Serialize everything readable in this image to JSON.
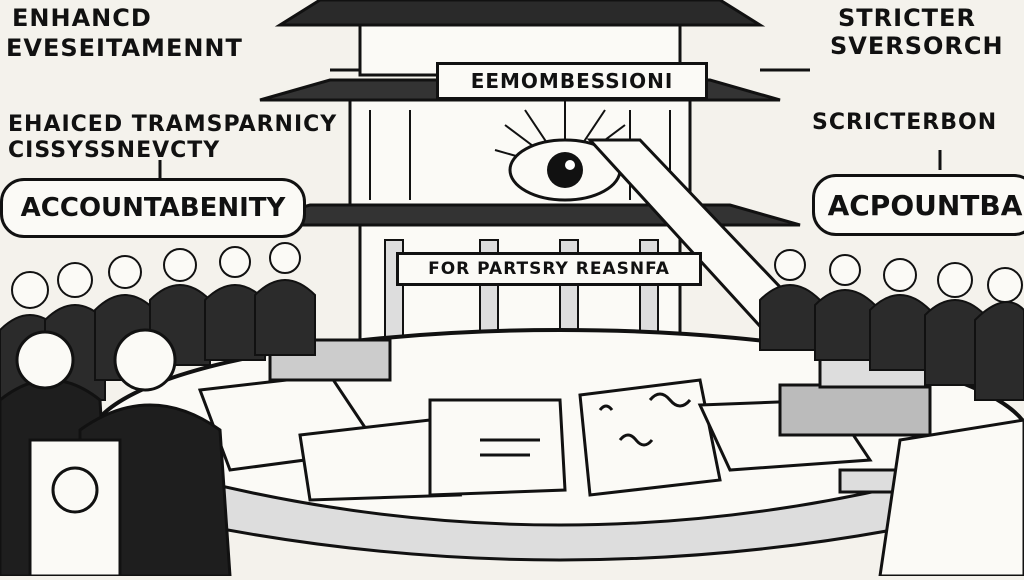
{
  "labels": {
    "top_left_1": "ENHANCD",
    "top_left_2": "EVESEITAMENNT",
    "mid_left_1": "EHAICED TRAMSPARNICY",
    "mid_left_2": "CISSYSSNEVCTY",
    "bubble_left": "ACCOUNTABENITY",
    "top_right_1": "STRICTER",
    "top_right_2": "SVERSORCH",
    "mid_right": "SCRICTERBON",
    "bubble_right": "ACPOUNTBA",
    "building_sign": "EEMOMBESSIONI",
    "banner": "FOR PARTSRY REASNFA"
  },
  "colors": {
    "ink": "#111111",
    "paper": "#f4f2ec",
    "light": "#fbfaf6",
    "mid_gray": "#9a9892"
  }
}
